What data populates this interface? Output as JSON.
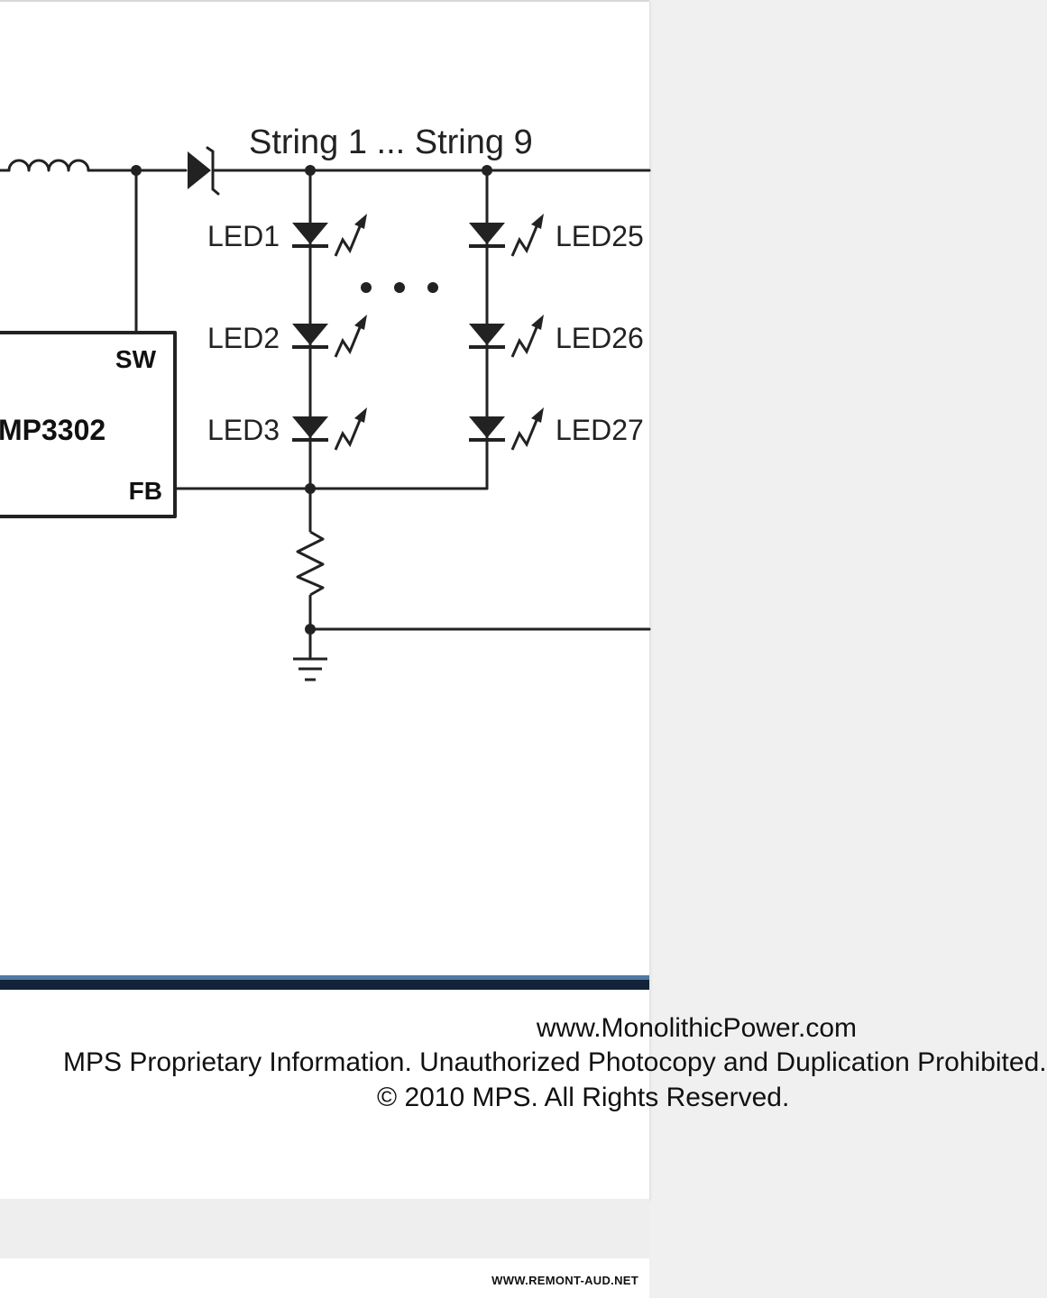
{
  "schematic": {
    "header_label": "String 1 ... String 9",
    "ic_name": "MP3302",
    "pin_sw": "SW",
    "pin_fb": "FB",
    "led_labels_left": [
      "LED1",
      "LED2",
      "LED3"
    ],
    "led_labels_right": [
      "LED25",
      "LED26",
      "LED27"
    ],
    "line_color": "#222222"
  },
  "footer": {
    "website": "www.MonolithicPower.com",
    "proprietary": "MPS Proprietary Information. Unauthorized Photocopy and Duplication Prohibited.",
    "copyright": "© 2010 MPS. All Rights Reserved.",
    "divider_accent": "#4f7aa3",
    "divider_dark": "#13233a"
  },
  "watermark": "WWW.REMONT-AUD.NET"
}
